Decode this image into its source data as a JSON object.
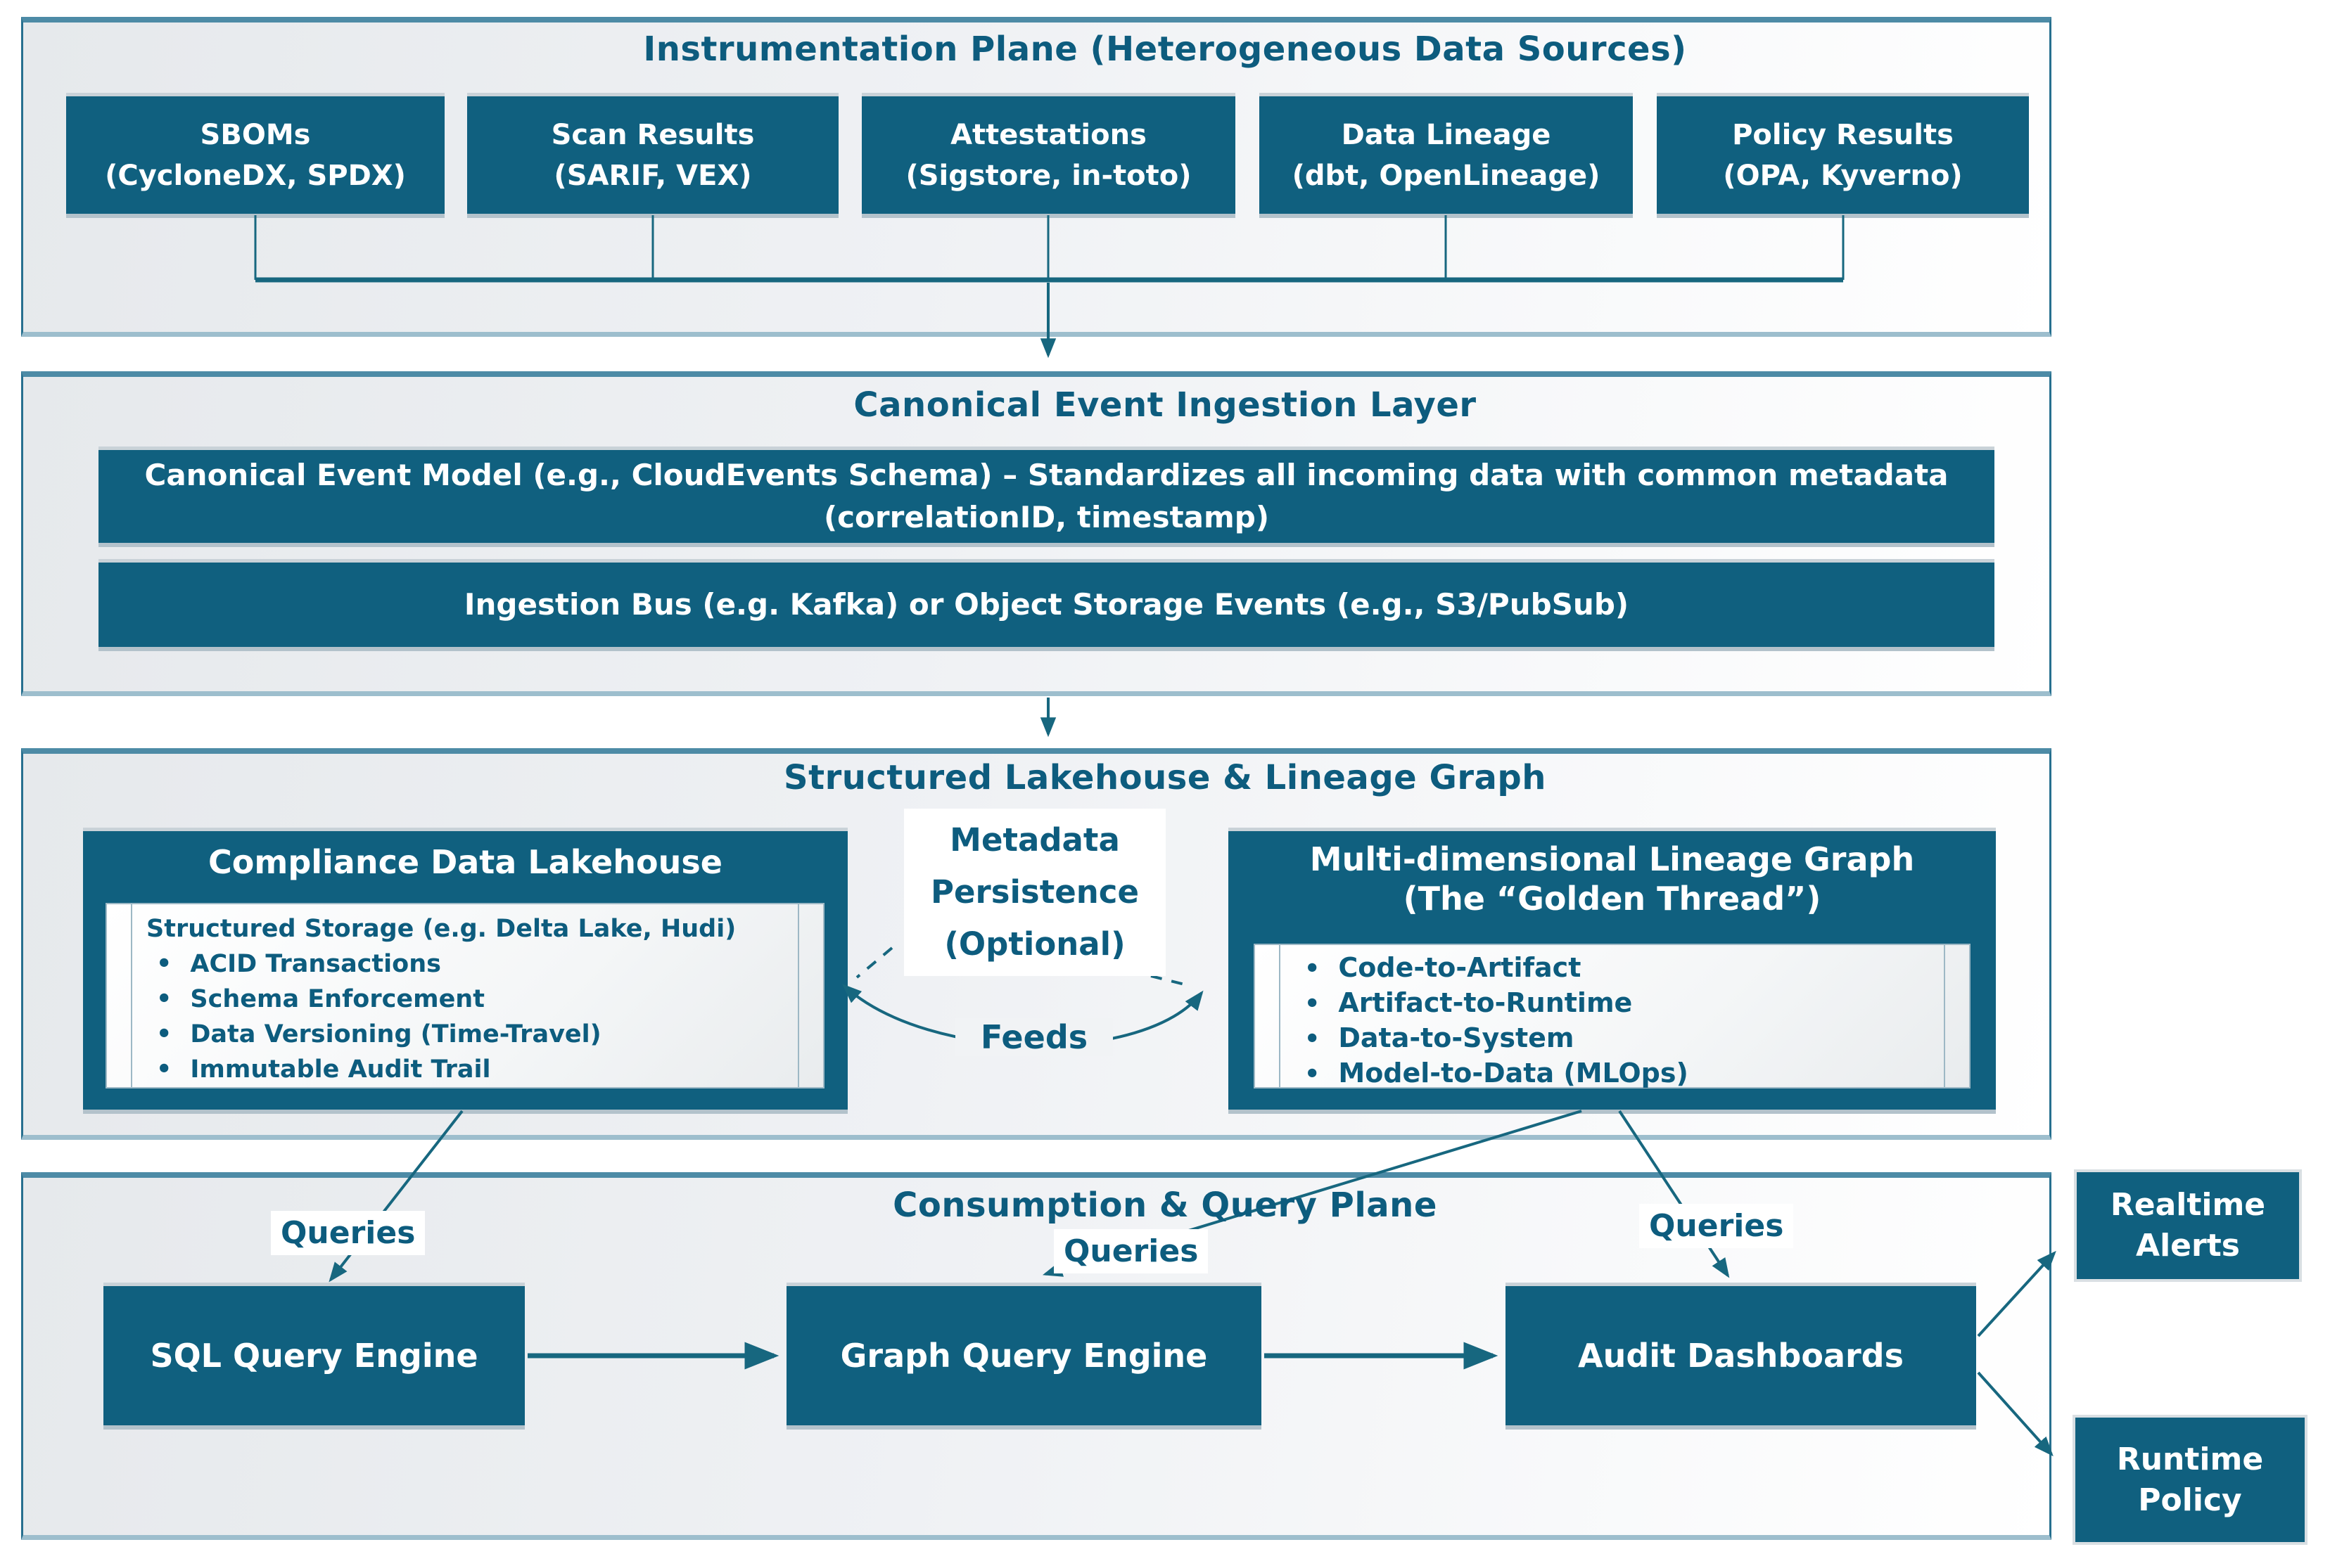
{
  "colors": {
    "box_fill": "#10607f",
    "line_accent": "#17677f",
    "title_text": "#0d5c7e",
    "plane_bg_start": "#e6e9ec",
    "plane_bg_end": "#ffffff"
  },
  "instrumentation": {
    "title": "Instrumentation Plane (Heterogeneous Data Sources)",
    "sources": [
      {
        "line1": "SBOMs",
        "line2": "(CycloneDX, SPDX)"
      },
      {
        "line1": "Scan Results",
        "line2": "(SARIF, VEX)"
      },
      {
        "line1": "Attestations",
        "line2": "(Sigstore, in-toto)"
      },
      {
        "line1": "Data Lineage",
        "line2": "(dbt, OpenLineage)"
      },
      {
        "line1": "Policy Results",
        "line2": "(OPA, Kyverno)"
      }
    ]
  },
  "ingestion": {
    "title": "Canonical Event Ingestion Layer",
    "bars": [
      {
        "text": "Canonical Event Model (e.g., CloudEvents Schema) – Standardizes all incoming data with common metadata (correlationID, timestamp)"
      },
      {
        "text": "Ingestion Bus (e.g. Kafka) or Object Storage Events (e.g., S3/PubSub)"
      }
    ]
  },
  "lakehouse_plane": {
    "title": "Structured Lakehouse & Lineage Graph",
    "metadata_note": {
      "line1": "Metadata",
      "line2": "Persistence",
      "line3": "(Optional)"
    },
    "feeds_label": "Feeds",
    "compliance": {
      "title": "Compliance Data Lakehouse",
      "heading": "Structured Storage (e.g. Delta Lake, Hudi)",
      "bullets": [
        "ACID Transactions",
        "Schema Enforcement",
        "Data Versioning (Time-Travel)",
        "Immutable Audit Trail"
      ]
    },
    "lineage": {
      "title_line1": "Multi-dimensional Lineage Graph",
      "title_line2": "(The “Golden Thread”)",
      "bullets": [
        "Code-to-Artifact",
        "Artifact-to-Runtime",
        "Data-to-System",
        "Model-to-Data (MLOps)"
      ]
    }
  },
  "consumption": {
    "title": "Consumption & Query Plane",
    "query_labels": [
      "Queries",
      "Queries",
      "Queries"
    ],
    "engines": [
      "SQL Query Engine",
      "Graph Query Engine",
      "Audit Dashboards"
    ]
  },
  "outputs": [
    {
      "line1": "Realtime",
      "line2": "Alerts"
    },
    {
      "line1": "Runtime",
      "line2": "Policy"
    }
  ]
}
